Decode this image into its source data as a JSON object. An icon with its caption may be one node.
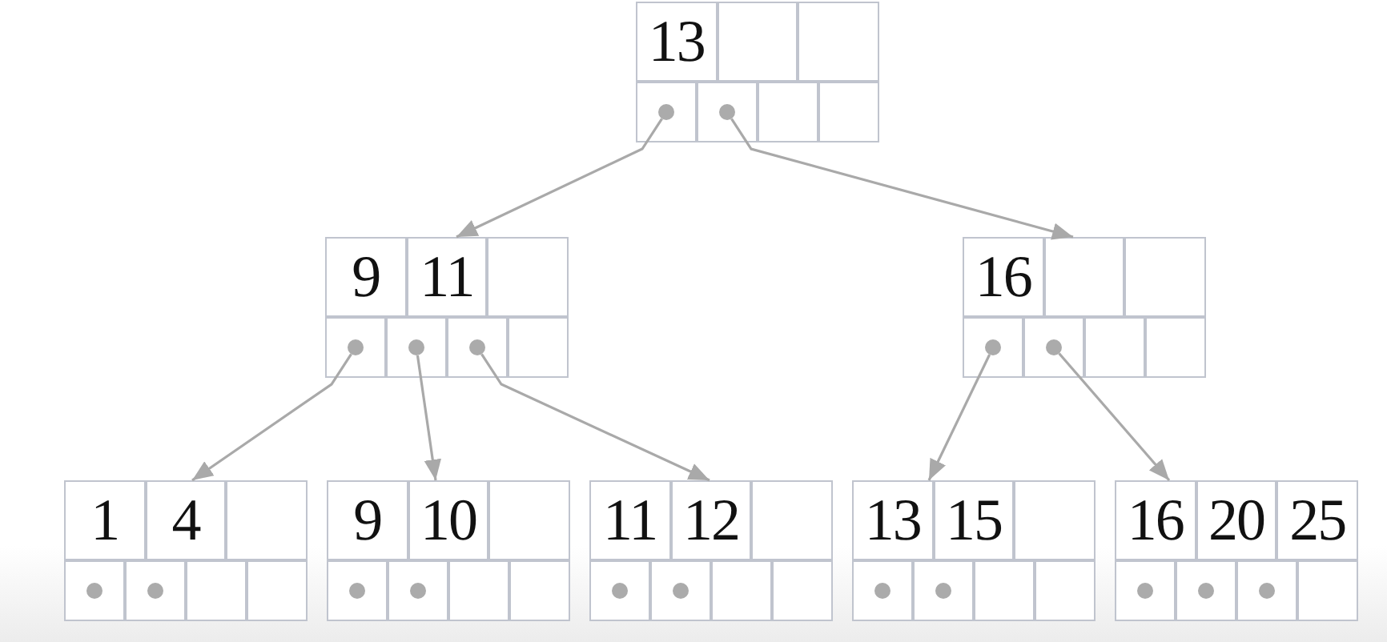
{
  "diagram": {
    "nodes": [
      {
        "text": [],
        "shape": "box"
      },
      {
        "text": [
          "13"
        ],
        "in": 0
      },
      {
        "text": [],
        "shape": "box",
        "in": 0
      },
      {
        "text": [],
        "shape": "box",
        "in": 0
      },
      {
        "text": [],
        "shape": "box",
        "in": 0
      },
      {
        "text": [],
        "shape": "circle",
        "in": 4
      },
      {
        "text": [],
        "shape": "box",
        "in": 0
      },
      {
        "text": [],
        "shape": "circle",
        "in": 6
      },
      {
        "text": [],
        "shape": "box",
        "in": 0
      },
      {
        "text": [],
        "shape": "box",
        "in": 0
      },
      {
        "text": [],
        "shape": "box"
      },
      {
        "text": [
          "9"
        ],
        "in": 10
      },
      {
        "text": [
          "11"
        ],
        "in": 10
      },
      {
        "text": [],
        "shape": "box",
        "in": 10
      },
      {
        "text": [],
        "shape": "box",
        "in": 10
      },
      {
        "text": [],
        "shape": "circle",
        "in": 14
      },
      {
        "text": [],
        "shape": "box",
        "in": 10
      },
      {
        "text": [],
        "shape": "circle",
        "in": 16
      },
      {
        "text": [],
        "shape": "box",
        "in": 10
      },
      {
        "text": [],
        "shape": "circle",
        "in": 18
      },
      {
        "text": [],
        "shape": "box",
        "in": 10
      },
      {
        "text": [],
        "shape": "box"
      },
      {
        "text": [
          "16"
        ],
        "in": 21
      },
      {
        "text": [],
        "shape": "box",
        "in": 21
      },
      {
        "text": [],
        "shape": "box",
        "in": 21
      },
      {
        "text": [],
        "shape": "box",
        "in": 21
      },
      {
        "text": [],
        "shape": "circle",
        "in": 25
      },
      {
        "text": [],
        "shape": "box",
        "in": 21
      },
      {
        "text": [],
        "shape": "circle",
        "in": 27
      },
      {
        "text": [],
        "shape": "box",
        "in": 21
      },
      {
        "text": [],
        "shape": "box",
        "in": 21
      },
      {
        "text": [],
        "shape": "box"
      },
      {
        "text": [
          "1"
        ],
        "in": 31
      },
      {
        "text": [
          "4"
        ],
        "in": 31
      },
      {
        "text": [],
        "shape": "box",
        "in": 31
      },
      {
        "text": [],
        "shape": "box",
        "in": 31
      },
      {
        "text": [],
        "shape": "circle",
        "in": 35
      },
      {
        "text": [],
        "shape": "box",
        "in": 31
      },
      {
        "text": [],
        "shape": "circle",
        "in": 37
      },
      {
        "text": [],
        "shape": "box",
        "in": 31
      },
      {
        "text": [],
        "shape": "box",
        "in": 31
      },
      {
        "text": [],
        "shape": "box"
      },
      {
        "text": [
          "9"
        ],
        "in": 41
      },
      {
        "text": [
          "10"
        ],
        "in": 41
      },
      {
        "text": [],
        "shape": "box",
        "in": 41
      },
      {
        "text": [],
        "shape": "box",
        "in": 41
      },
      {
        "text": [],
        "shape": "circle",
        "in": 45
      },
      {
        "text": [],
        "shape": "box",
        "in": 41
      },
      {
        "text": [],
        "shape": "circle",
        "in": 47
      },
      {
        "text": [],
        "shape": "box",
        "in": 41
      },
      {
        "text": [],
        "shape": "box",
        "in": 41
      },
      {
        "text": [],
        "shape": "box"
      },
      {
        "text": [
          "11"
        ],
        "in": 51
      },
      {
        "text": [
          "12"
        ],
        "in": 51
      },
      {
        "text": [],
        "shape": "box",
        "in": 51
      },
      {
        "text": [],
        "shape": "box",
        "in": 51
      },
      {
        "text": [],
        "shape": "circle",
        "in": 55
      },
      {
        "text": [],
        "shape": "box",
        "in": 51
      },
      {
        "text": [],
        "shape": "circle",
        "in": 57
      },
      {
        "text": [],
        "shape": "box",
        "in": 51
      },
      {
        "text": [],
        "shape": "box",
        "in": 51
      },
      {
        "text": [],
        "shape": "box"
      },
      {
        "text": [
          "13"
        ],
        "in": 61
      },
      {
        "text": [
          "15"
        ],
        "in": 61
      },
      {
        "text": [],
        "shape": "box",
        "in": 61
      },
      {
        "text": [],
        "shape": "box",
        "in": 61
      },
      {
        "text": [],
        "shape": "circle",
        "in": 65
      },
      {
        "text": [],
        "shape": "box",
        "in": 61
      },
      {
        "text": [],
        "shape": "circle",
        "in": 67
      },
      {
        "text": [],
        "shape": "box",
        "in": 61
      },
      {
        "text": [],
        "shape": "box",
        "in": 61
      },
      {
        "text": [],
        "shape": "box"
      },
      {
        "text": [
          "16"
        ],
        "in": 71
      },
      {
        "text": [
          "20"
        ],
        "in": 71
      },
      {
        "text": [
          "25"
        ],
        "in": 71
      },
      {
        "text": [],
        "shape": "box",
        "in": 71
      },
      {
        "text": [],
        "shape": "circle",
        "in": 75
      },
      {
        "text": [],
        "shape": "box",
        "in": 71
      },
      {
        "text": [],
        "shape": "circle",
        "in": 77
      },
      {
        "text": [],
        "shape": "box",
        "in": 71
      },
      {
        "text": [],
        "shape": "circle",
        "in": 79
      },
      {
        "text": [],
        "shape": "box",
        "in": 71
      }
    ],
    "edges": [
      {
        "from": 5,
        "to": 10,
        "arrow": "to"
      },
      {
        "from": 7,
        "to": 21,
        "arrow": "to"
      },
      {
        "from": 15,
        "to": 31,
        "arrow": "to"
      },
      {
        "from": 17,
        "to": 41,
        "arrow": "to"
      },
      {
        "from": 19,
        "to": 51,
        "arrow": "to"
      },
      {
        "from": 26,
        "to": 61,
        "arrow": "to"
      },
      {
        "from": 28,
        "to": 71,
        "arrow": "to"
      }
    ]
  }
}
